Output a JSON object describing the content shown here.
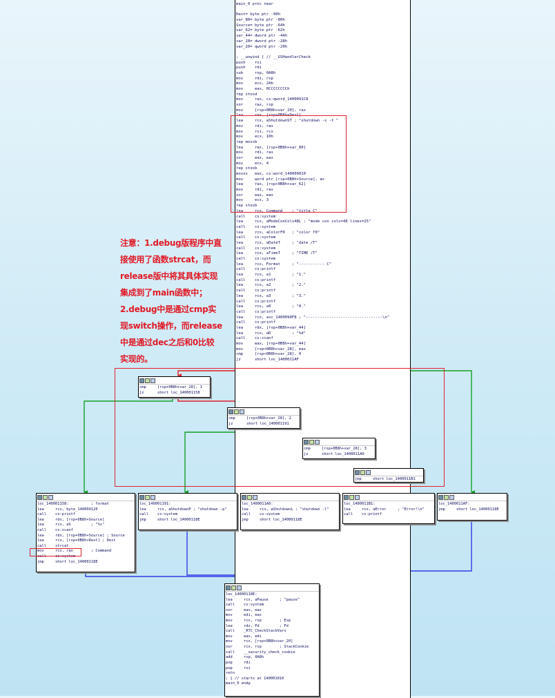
{
  "colors": {
    "true_edge": "#e01a26",
    "false_edge": "#13a025",
    "uncond_edge": "#2f3ae8",
    "highlight": "#e0202a",
    "note": "#e01a26"
  },
  "node_header_icons": [
    "graph-icon",
    "image-icon",
    "comment-icon"
  ],
  "main_block": {
    "lines": [
      "main_0 proc near",
      "",
      "Dest= byte ptr -90h",
      "var_80= byte ptr -80h",
      "Source= byte ptr -64h",
      "var_62= byte ptr -62h",
      "var_44= dword ptr -44h",
      "var_28= dword ptr -28h",
      "var_20= qword ptr -20h",
      "",
      "; __unwind { // __GSHandlerCheck",
      "push    rsi",
      "push    rdi",
      "sub     rsp, 0A8h",
      "mov     rdi, rsp",
      "mov     ecx, 2Ah",
      "mov     eax, 0CCCCCCCCh",
      "rep stosd",
      "mov     rax, cs:qword_1400091C8",
      "xor     rax, rsp",
      "mov     [rsp+0B8h+var_20], rax",
      "lea     rax, [rsp+0B8h+Dest]",
      "lea     rcx, aShutdownST ; \"shutdown -s -t \"",
      "mov     rdi, rax",
      "mov     rsi, rcx",
      "mov     ecx, 10h",
      "rep movsb",
      "lea     rax, [rsp+0B8h+var_80]",
      "mov     rdi, rax",
      "xor     eax, eax",
      "mov     ecx, 4",
      "rep stosb",
      "movzx   eax, cs:word_140009010",
      "mov     word ptr [rsp+0B8h+Source], ax",
      "lea     rax, [rsp+0B8h+var_62]",
      "mov     rdi, rax",
      "xor     eax, eax",
      "mov     ecx, 3",
      "rep stosb",
      "lea     rcx, Command    ; \"title C\"",
      "call    cs:system",
      "lea     rcx, aModeConCols48L ; \"mode con cols=48 lines=25\"",
      "call    cs:system",
      "lea     rcx, aColorF0   ; \"color f0\"",
      "call    cs:system",
      "lea     rcx, aDateT     ; \"date /T\"",
      "call    cs:system",
      "lea     rcx, aTimeT     ; \"TIME /T\"",
      "call    cs:system",
      "lea     rcx, Format     ; \"----------- C\"",
      "call    cs:printf",
      "lea     rcx, a1         ; \"1.\"",
      "call    cs:printf",
      "lea     rcx, a2         ; \"2.\"",
      "call    cs:printf",
      "lea     rcx, a3         ; \"3.\"",
      "call    cs:printf",
      "lea     rcx, a0         ; \"0.\"",
      "call    cs:printf",
      "lea     rcx, asc_1400090F8 ; \"---------------------------------\\n\"",
      "call    cs:printf",
      "lea     rdx, [rsp+0B8h+var_44]",
      "lea     rcx, aD         ; \"%d\"",
      "call    cs:scanf",
      "mov     eax, [rsp+0B8h+var_44]",
      "mov     [rsp+0B8h+var_28], eax",
      "cmp     [rsp+0B8h+var_28], 0",
      "jz      short loc_1400011AF"
    ]
  },
  "annotation": {
    "lines": [
      "注意：1.debug版程序中直",
      "接使用了函数strcat，而",
      "release版中将其具体实现",
      "集成到了main函数中；",
      "2.debug中是通过cmp实",
      "现switch操作，而release",
      "中是通过dec之后和0比较",
      "实现的。"
    ]
  },
  "cmp1_block": {
    "lines": [
      "cmp     [rsp+0B8h+var_28], 1",
      "jz      short loc_140001158"
    ]
  },
  "cmp2_block": {
    "lines": [
      "cmp     [rsp+0B8h+var_28], 2",
      "jz      short loc_140001191"
    ]
  },
  "cmp3_block": {
    "lines": [
      "cmp     [rsp+0B8h+var_28], 3",
      "jz      short loc_1400011A0"
    ]
  },
  "jmp_default_block": {
    "lines": [
      "jmp     short loc_1400011B1"
    ]
  },
  "case1_block": {
    "lines": [
      "loc_140001158:          ; format",
      "lea     rcx, byte_140009120",
      "call    cs:printf",
      "lea     rdx, [rsp+0B8h+Source]",
      "lea     rcx, aS         ; \"%s\"",
      "call    cs:scanf",
      "lea     rdx, [rsp+0B8h+Source] ; Source",
      "lea     rcx, [rsp+0B8h+Dest] ; Dest",
      "call    strcat",
      "mov     rcx, rax        ; Command",
      "call    cs:system",
      "jmp     short loc_14000118E"
    ]
  },
  "case2_block": {
    "lines": [
      "loc_140001191:",
      "lea     rcx, aShutdownP ; \"shutdown -p\"",
      "call    cs:system",
      "jmp     short loc_14000118E"
    ]
  },
  "case3_block": {
    "lines": [
      "loc_1400011A0:",
      "lea     rcx, aShutdownL ; \"shutdown -l\"",
      "call    cs:system",
      "jmp     short loc_14000118E"
    ]
  },
  "error_block": {
    "lines": [
      "loc_1400011B1:",
      "lea     rcx, aError     ; \"Error!\\n\"",
      "call    cs:printf"
    ]
  },
  "case0_block": {
    "lines": [
      "loc_1400011AF:",
      "jmp     short loc_14000118E"
    ]
  },
  "exit_block": {
    "lines": [
      "loc_14000118E:",
      "lea     rcx, aPause     ; \"pause\"",
      "call    cs:system",
      "xor     eax, eax",
      "mov     edi, eax",
      "mov     rcx, rsp        ; Esp",
      "lea     rdx, Fd         ; Fd",
      "call    _RTC_CheckStackVars",
      "mov     eax, edi",
      "mov     rcx, [rsp+0B8h+var_20]",
      "xor     rcx, rsp        ; StackCookie",
      "call    __security_check_cookie",
      "add     rsp, 0A8h",
      "pop     rdi",
      "pop     rsi",
      "retn",
      "; } // starts at 140001010",
      "main_0 endp"
    ]
  }
}
